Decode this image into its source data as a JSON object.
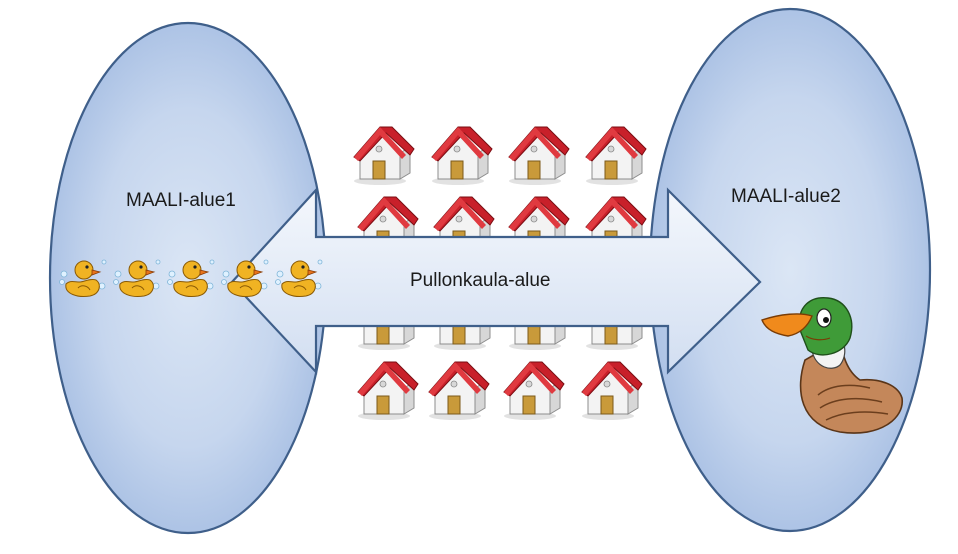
{
  "diagram": {
    "left_zone_label": "MAALI-alue1",
    "right_zone_label": "MAALI-alue2",
    "bottleneck_label": "Pullonkaula-alue",
    "house_count": 16,
    "duckling_count": 5,
    "colors": {
      "zone_fill_center": "#c9d8ef",
      "zone_fill_edge": "#9db7df",
      "zone_stroke": "#3f5f8a",
      "arrow_fill": "#e8eef8",
      "arrow_stroke": "#3f5f8a",
      "house_roof": "#c8202a",
      "house_wall": "#f2f2f2",
      "duckling": "#f0b323",
      "duck_body": "#c4875a",
      "duck_head": "#3f9b38",
      "duck_beak": "#f08a1c"
    }
  }
}
